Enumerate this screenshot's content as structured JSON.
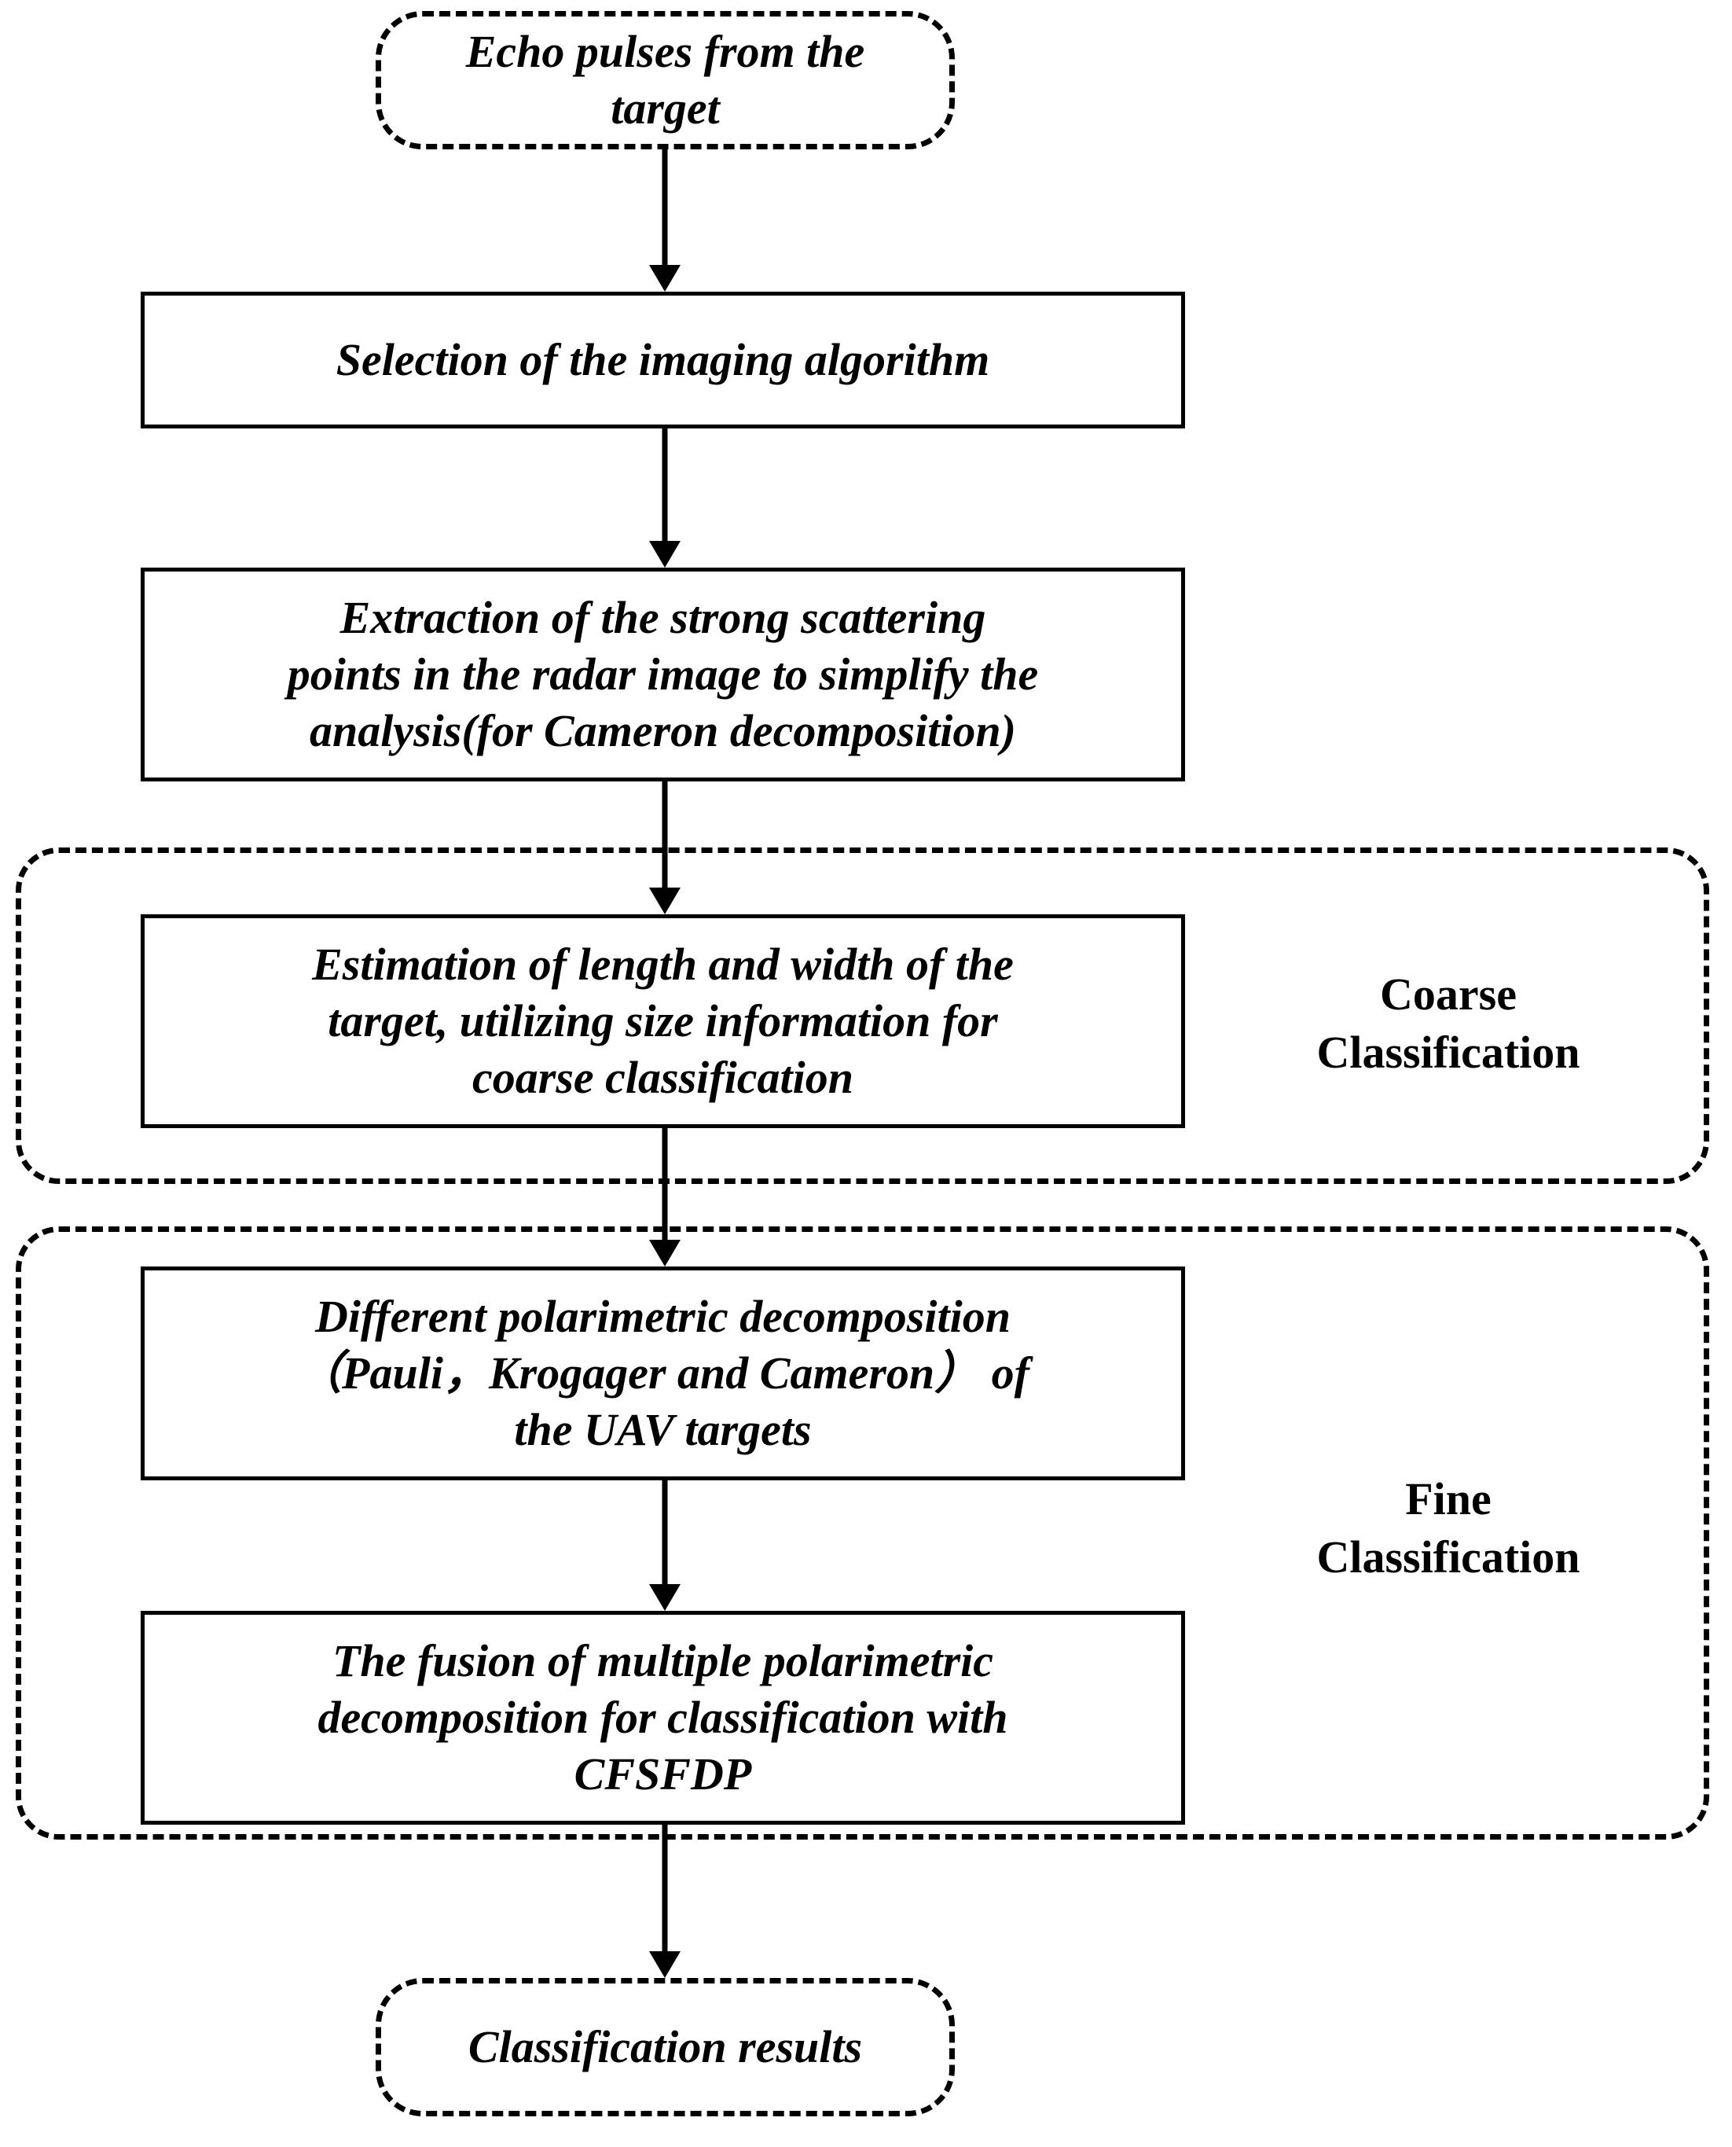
{
  "diagram": {
    "title_text_style": "bold-italic-serif",
    "accent_color": "#000000",
    "background_color": "#ffffff",
    "nodes": {
      "start": {
        "label": "Echo pulses from the\ntarget",
        "shape": "dashed-rounded-terminator"
      },
      "step1": {
        "label": "Selection of the imaging algorithm",
        "shape": "rectangle"
      },
      "step2": {
        "label": "Extraction of the strong scattering\npoints in the radar image to simplify the\nanalysis(for Cameron decomposition)",
        "shape": "rectangle"
      },
      "step3": {
        "label": "Estimation of length and width of the\ntarget, utilizing size information for\ncoarse classification",
        "shape": "rectangle"
      },
      "step4": {
        "label": "Different polarimetric decomposition\n（Pauli，Krogager and Cameron） of\nthe UAV targets",
        "shape": "rectangle"
      },
      "step5": {
        "label": "The fusion of multiple polarimetric\ndecomposition  for classification with\nCFSFDP",
        "shape": "rectangle"
      },
      "end": {
        "label": "Classification results",
        "shape": "dashed-rounded-terminator"
      }
    },
    "groups": {
      "coarse": {
        "label": "Coarse\nClassification",
        "contains": [
          "step3"
        ]
      },
      "fine": {
        "label": "Fine\nClassification",
        "contains": [
          "step4",
          "step5"
        ]
      }
    },
    "edges": [
      {
        "from": "start",
        "to": "step1",
        "arrowhead": true
      },
      {
        "from": "step1",
        "to": "step2",
        "arrowhead": true
      },
      {
        "from": "step2",
        "to": "step3",
        "arrowhead": true
      },
      {
        "from": "step3",
        "to": "step4",
        "arrowhead": true
      },
      {
        "from": "step4",
        "to": "step5",
        "arrowhead": true
      },
      {
        "from": "step5",
        "to": "end",
        "arrowhead": true
      }
    ]
  }
}
